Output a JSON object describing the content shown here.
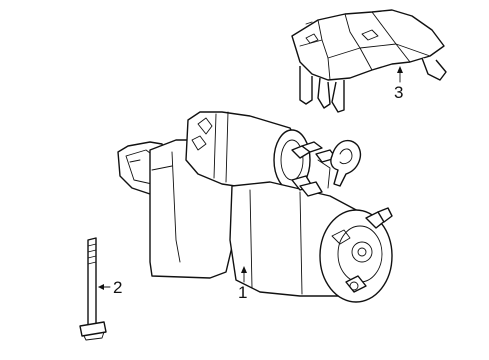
{
  "diagram": {
    "callouts": [
      {
        "id": "starter-motor",
        "label": "1"
      },
      {
        "id": "mounting-bolt",
        "label": "2"
      },
      {
        "id": "heat-shield",
        "label": "3"
      }
    ]
  }
}
